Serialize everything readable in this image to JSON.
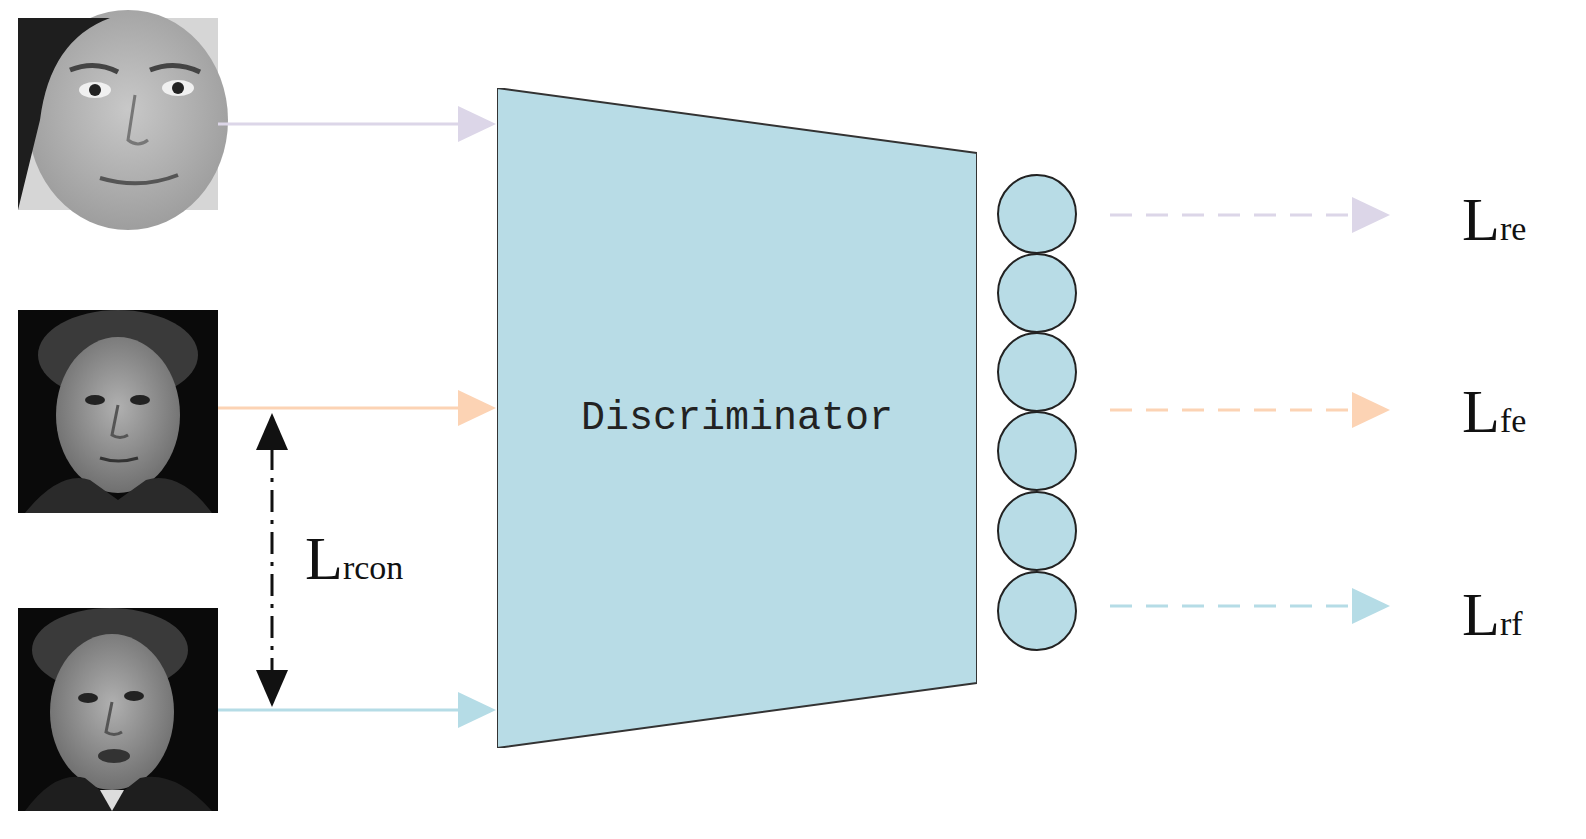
{
  "diagram": {
    "nodes": [
      {
        "text": [
          "Discriminator"
        ]
      }
    ],
    "labels": [
      "Lre",
      "Lfe",
      "Lrcon",
      "Lrf"
    ]
  }
}
